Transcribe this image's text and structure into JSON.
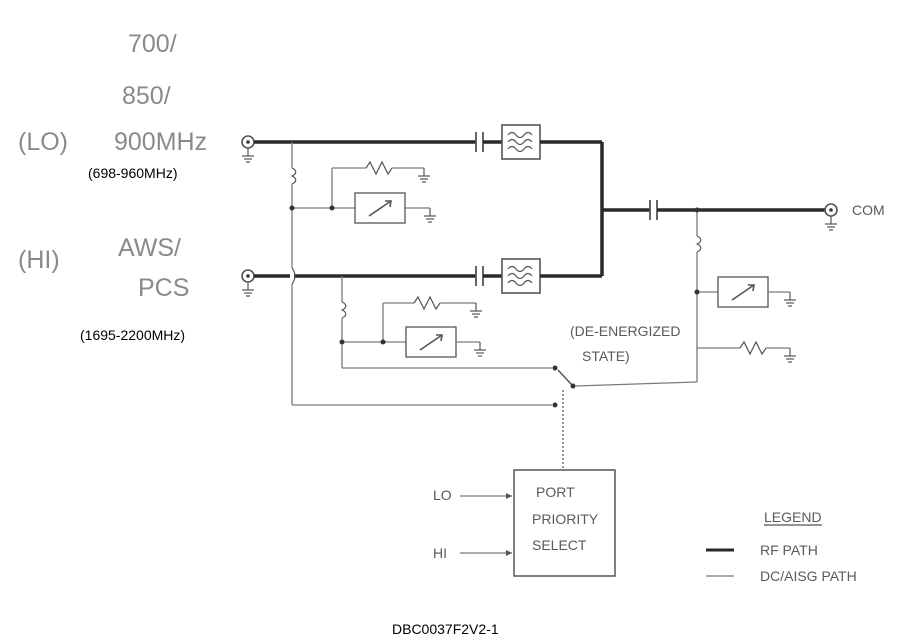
{
  "lo_port": {
    "tag": "(LO)",
    "band_lines": [
      "700/",
      "850/",
      "900MHz"
    ],
    "range": "(698-960MHz)"
  },
  "hi_port": {
    "tag": "(HI)",
    "band_lines": [
      "AWS/",
      "PCS"
    ],
    "range": "(1695-2200MHz)"
  },
  "com_label": "COM",
  "state_note": [
    "(DE-ENERGIZED",
    "STATE)"
  ],
  "control_box": {
    "lines": [
      "PORT",
      "PRIORITY",
      "SELECT"
    ],
    "inputs": [
      "LO",
      "HI"
    ]
  },
  "legend": {
    "title": "LEGEND",
    "items": [
      "RF PATH",
      "DC/AISG PATH"
    ]
  },
  "figure_id": "DBC0037F2V2-1"
}
